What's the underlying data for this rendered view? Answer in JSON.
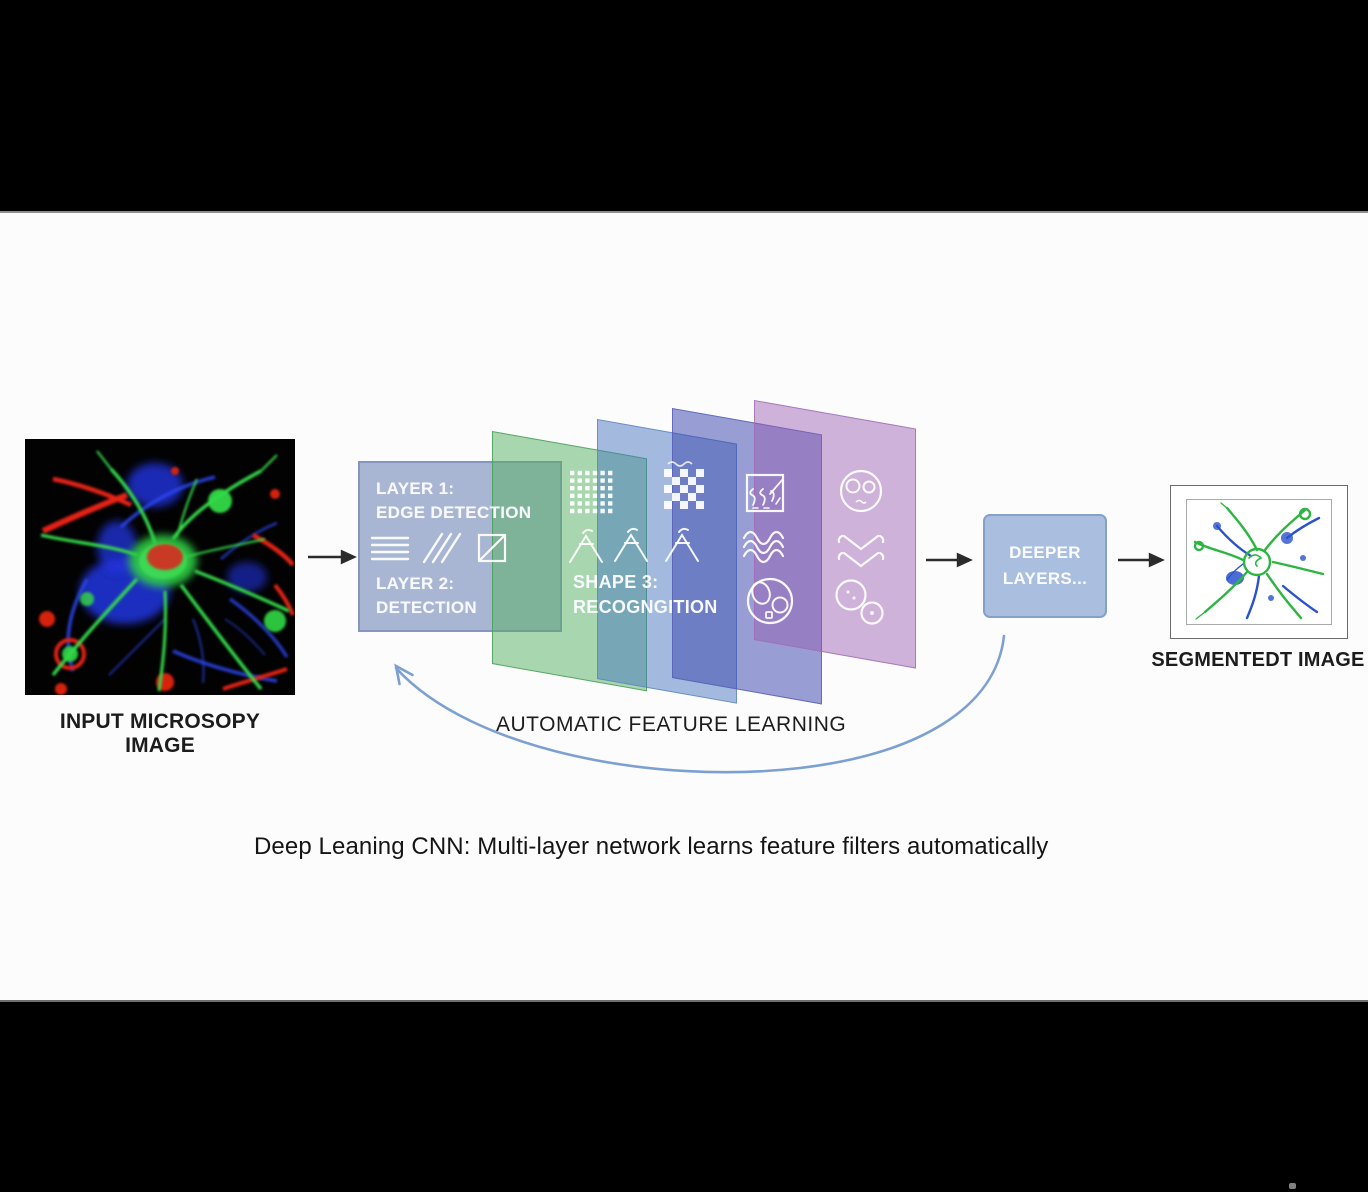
{
  "slide": {
    "caption": "Deep Leaning CNN: Multi-layer network learns feature filters automatically",
    "automatic_feature_learning": "AUTOMATIC FEATURE LEARNING"
  },
  "input_image": {
    "label": "INPUT MICROSOPY IMAGE"
  },
  "output_image": {
    "label": "SEGMENTEDT IMAGE"
  },
  "layer_panel": {
    "layer1_title": "LAYER 1:",
    "layer1_sub": "EDGE DETECTION",
    "layer2_title": "LAYER 2:",
    "layer2_sub": "DETECTION"
  },
  "shape_panel": {
    "title": "SHAPE 3:",
    "sub": "RECOGNGITION"
  },
  "deeper_box": {
    "line1": "DEEPER",
    "line2": "LAYERS..."
  },
  "icons": {
    "panel1": [
      "horizontal-lines-icon",
      "diagonal-lines-icon",
      "square-diagonal-icon"
    ],
    "panel2": [
      "dot-grid-icon",
      "mountain-icon",
      "mountain-icon"
    ],
    "panel3": [
      "checkerboard-icon",
      "mountain-icon"
    ],
    "panel4": [
      "texture-square-icon",
      "waves-icon",
      "cell-cluster-icon"
    ],
    "panel5": [
      "cell-face-icon",
      "double-chevron-down-icon",
      "two-cells-icon"
    ]
  },
  "colors": {
    "panel1_fill": "#a9b6d3",
    "panel2_green": "#53af5f",
    "panel3_blue": "#6f94c9",
    "panel4_indigo": "#5a60b5",
    "panel5_purple": "#a577c0",
    "deeper_box_fill": "#aabfdf",
    "arc_blue": "#7da0d2",
    "arrow_dark": "#2b2b2b"
  }
}
